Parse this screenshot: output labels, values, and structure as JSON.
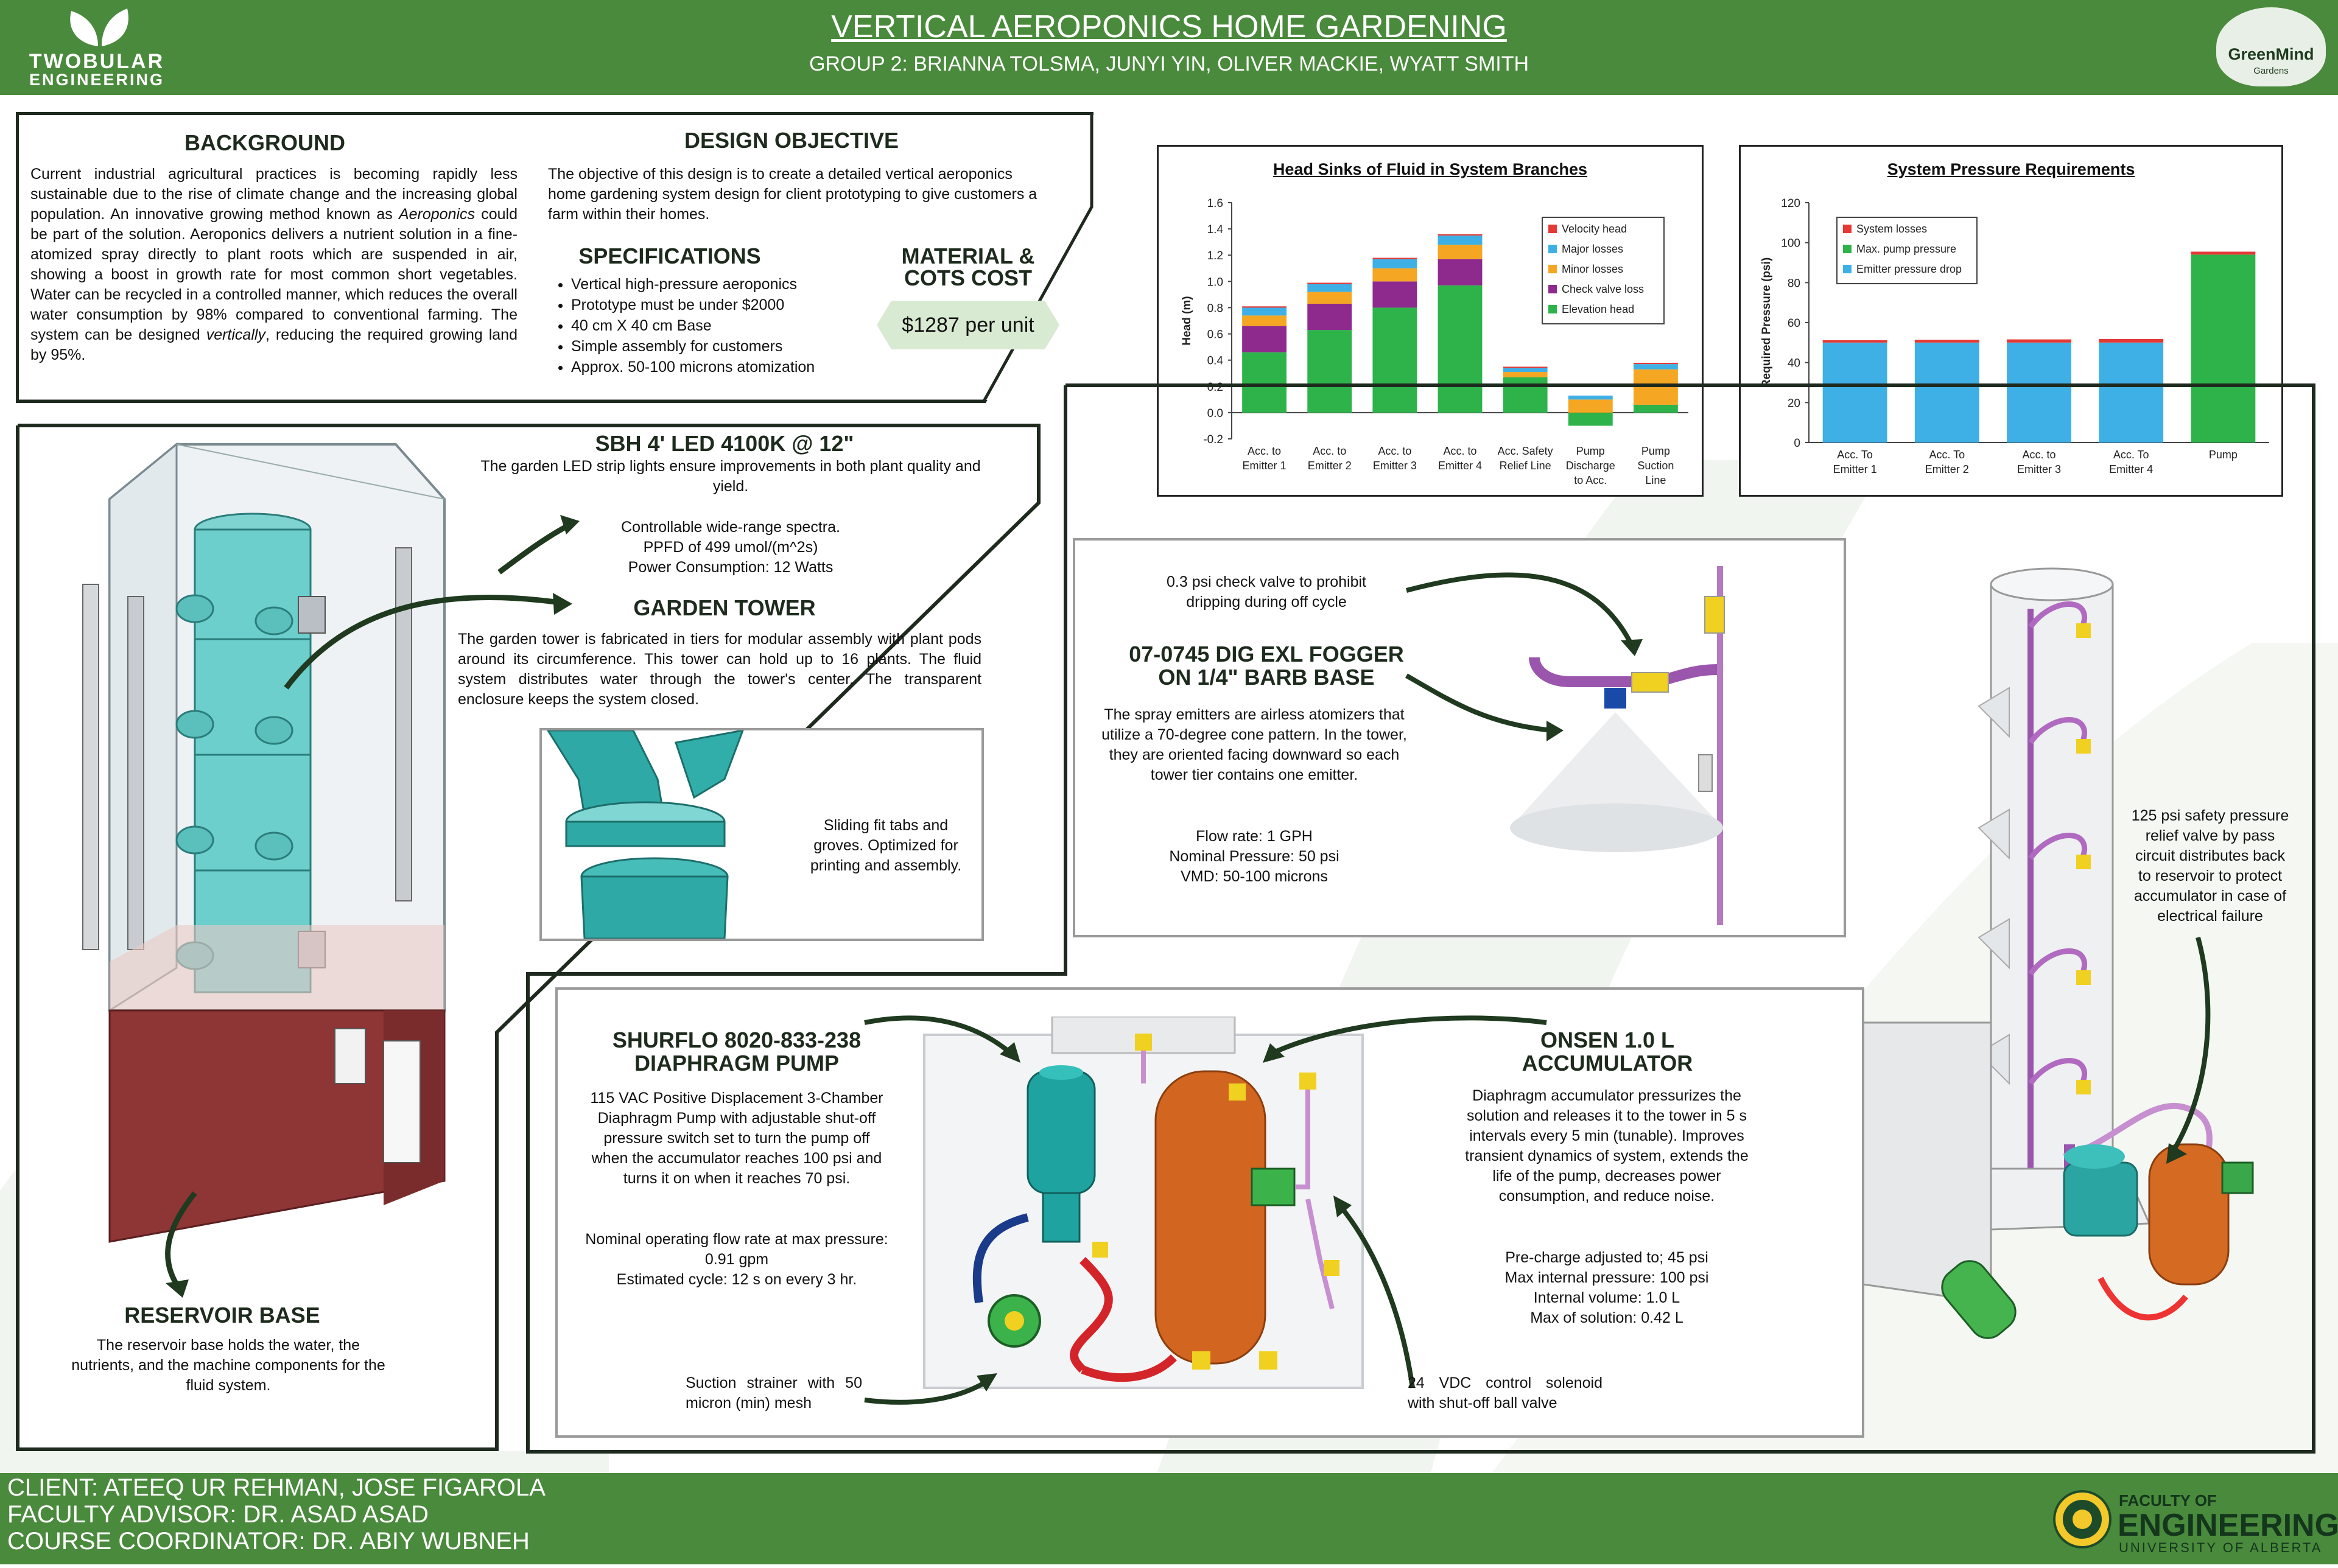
{
  "header": {
    "company_line1": "TWOBULAR",
    "company_line2": "ENGINEERING",
    "title": "VERTICAL AEROPONICS HOME GARDENING",
    "subtitle": "GROUP 2: BRIANNA TOLSMA, JUNYI YIN, OLIVER MACKIE, WYATT SMITH",
    "partner_line1": "GreenMind",
    "partner_line2": "Gardens"
  },
  "background": {
    "heading": "BACKGROUND",
    "p1": "Current industrial agricultural practices is becoming rapidly less sustainable due to the rise of climate change and the increasing global population. An innovative growing method known as ",
    "p1_em": "Aeroponics",
    "p1_b": " could be part of the solution. Aeroponics delivers a nutrient solution in a fine-atomized spray directly to plant roots which are suspended in air, showing a boost in growth rate for most common short vegetables. Water can be recycled in a controlled manner, which reduces the overall water consumption by 98% compared to conventional farming. The system can be designed ",
    "p1_em2": "vertically",
    "p1_c": ", reducing the required growing land by 95%."
  },
  "objective": {
    "heading": "DESIGN OBJECTIVE",
    "text": "The objective of this design is to create a detailed vertical aeroponics home gardening system design for client prototyping to give customers a farm within their homes."
  },
  "specifications": {
    "heading": "SPECIFICATIONS",
    "items": [
      "Vertical high-pressure aeroponics",
      "Prototype must be under $2000",
      "40 cm X 40 cm Base",
      "Simple assembly for customers",
      "Approx. 50-100 microns atomization"
    ]
  },
  "cost": {
    "heading_l1": "MATERIAL &",
    "heading_l2": "COTS COST",
    "value": "$1287 per unit"
  },
  "led": {
    "heading": "SBH 4' LED 4100K @ 12\"",
    "desc": "The garden LED strip lights ensure improvements in both plant quality and yield.",
    "l1": "Controllable wide-range spectra.",
    "l2": "PPFD of 499 umol/(m^2s)",
    "l3": "Power Consumption: 12 Watts"
  },
  "tower": {
    "heading": "GARDEN TOWER",
    "text": "The garden tower is fabricated in tiers for modular assembly with plant pods around its circumference. This tower can hold up to 16 plants. The fluid system distributes water through the tower's center. The transparent enclosure keeps the system closed."
  },
  "sliding": {
    "text": "Sliding fit tabs and groves. Optimized for printing and assembly."
  },
  "reservoir": {
    "heading": "RESERVOIR BASE",
    "text": "The reservoir base holds the water, the nutrients, and the machine components for the fluid system."
  },
  "fogger": {
    "check_valve": "0.3 psi check valve to prohibit dripping during off cycle",
    "heading_l1": "07-0745 DIG EXL FOGGER",
    "heading_l2": "ON 1/4\" BARB BASE",
    "text": "The spray emitters are airless atomizers that utilize a 70-degree cone pattern. In the tower, they are oriented facing downward so each tower tier contains one emitter.",
    "l1": "Flow rate: 1 GPH",
    "l2": "Nominal Pressure: 50 psi",
    "l3": "VMD: 50-100 microns"
  },
  "relief": {
    "text": "125 psi safety pressure relief valve by pass circuit distributes back to reservoir to protect accumulator in case of electrical failure"
  },
  "pump": {
    "heading_l1": "SHURFLO 8020-833-238",
    "heading_l2": "DIAPHRAGM PUMP",
    "text": "115 VAC Positive Displacement 3-Chamber Diaphragm Pump with adjustable shut-off pressure switch set to turn the pump off when the accumulator reaches 100 psi and turns it on when it reaches 70 psi.",
    "l1": "Nominal operating flow rate at max pressure: 0.91 gpm",
    "l2": "Estimated cycle: 12 s on every 3 hr."
  },
  "strainer": {
    "text": "Suction strainer with 50 micron (min) mesh"
  },
  "solenoid": {
    "text": "24 VDC control solenoid with shut-off ball valve"
  },
  "accumulator": {
    "heading_l1": "ONSEN 1.0 L",
    "heading_l2": "ACCUMULATOR",
    "text": "Diaphragm accumulator pressurizes the solution and releases it to the tower in 5 s intervals every 5 min (tunable). Improves transient dynamics of system, extends the life of the pump, decreases power consumption, and reduce noise.",
    "l1": "Pre-charge adjusted to; 45 psi",
    "l2": "Max internal pressure: 100 psi",
    "l3": "Internal volume: 1.0 L",
    "l4": "Max of solution: 0.42 L"
  },
  "footer": {
    "client": "CLIENT: ATEEQ UR REHMAN, JOSE FIGAROLA",
    "advisor": "FACULTY ADVISOR: DR. ASAD ASAD",
    "coordinator": "COURSE COORDINATOR: DR. ABIY WUBNEH",
    "faculty_l1": "FACULTY OF",
    "faculty_l2": "ENGINEERING",
    "faculty_l3": "UNIVERSITY OF ALBERTA"
  },
  "colors": {
    "header_green": "#4a8a3c",
    "velocity": "#e53935",
    "major": "#3fb0e6",
    "minor": "#f5a623",
    "check": "#8e2a8e",
    "elevation": "#2db34a"
  },
  "chart_data": [
    {
      "type": "bar",
      "stacked": true,
      "title": "Head Sinks of Fluid in System Branches",
      "ylabel": "Head (m)",
      "xlabel": "",
      "ylim": [
        -0.2,
        1.6
      ],
      "yticks": [
        -0.2,
        0.0,
        0.2,
        0.4,
        0.6,
        0.8,
        1.0,
        1.2,
        1.4,
        1.6
      ],
      "ytick_labels": [
        "-0.2",
        "0.0",
        "0.2",
        "0.4",
        "0.6",
        "0.8",
        "1.0",
        "1.2",
        "1.4",
        "1.6"
      ],
      "legend": "top-right",
      "categories": [
        [
          "Acc. to",
          "Emitter 1"
        ],
        [
          "Acc. to",
          "Emitter 2"
        ],
        [
          "Acc. to",
          "Emitter 3"
        ],
        [
          "Acc. to",
          "Emitter 4"
        ],
        [
          "Acc. Safety",
          "Relief Line"
        ],
        [
          "Pump",
          "Discharge",
          "to Acc."
        ],
        [
          "Pump",
          "Suction",
          "Line"
        ]
      ],
      "series": [
        {
          "name": "Elevation head",
          "color": "#2db34a",
          "values": [
            0.46,
            0.63,
            0.8,
            0.97,
            0.27,
            -0.1,
            0.06
          ]
        },
        {
          "name": "Check valve loss",
          "color": "#8e2a8e",
          "values": [
            0.2,
            0.2,
            0.2,
            0.2,
            0.0,
            0.0,
            0.0
          ]
        },
        {
          "name": "Minor losses",
          "color": "#f5a623",
          "values": [
            0.08,
            0.09,
            0.1,
            0.11,
            0.04,
            0.1,
            0.27
          ]
        },
        {
          "name": "Major losses",
          "color": "#3fb0e6",
          "values": [
            0.06,
            0.06,
            0.07,
            0.07,
            0.03,
            0.03,
            0.04
          ]
        },
        {
          "name": "Velocity head",
          "color": "#e53935",
          "values": [
            0.01,
            0.01,
            0.01,
            0.01,
            0.01,
            0.0,
            0.01
          ]
        }
      ]
    },
    {
      "type": "bar",
      "stacked": true,
      "title": "System Pressure Requirements",
      "ylabel": "Required Pressure (psi)",
      "xlabel": "",
      "ylim": [
        0,
        120
      ],
      "yticks": [
        0,
        20,
        40,
        60,
        80,
        100,
        120
      ],
      "legend": "top-left",
      "categories": [
        [
          "Acc. To",
          "Emitter 1"
        ],
        [
          "Acc. To",
          "Emitter 2"
        ],
        [
          "Acc. to",
          "Emitter 3"
        ],
        [
          "Acc. To",
          "Emitter 4"
        ],
        [
          "Pump"
        ]
      ],
      "series": [
        {
          "name": "Emitter pressure drop",
          "color": "#3fb0e6",
          "values": [
            50,
            50,
            50,
            50,
            0
          ]
        },
        {
          "name": "Max. pump pressure",
          "color": "#2db34a",
          "values": [
            0,
            0,
            0,
            0,
            94
          ]
        },
        {
          "name": "System losses",
          "color": "#e53935",
          "values": [
            1.2,
            1.4,
            1.6,
            1.8,
            1.5
          ]
        }
      ],
      "legend_order": [
        "System losses",
        "Max. pump pressure",
        "Emitter pressure drop"
      ]
    }
  ]
}
